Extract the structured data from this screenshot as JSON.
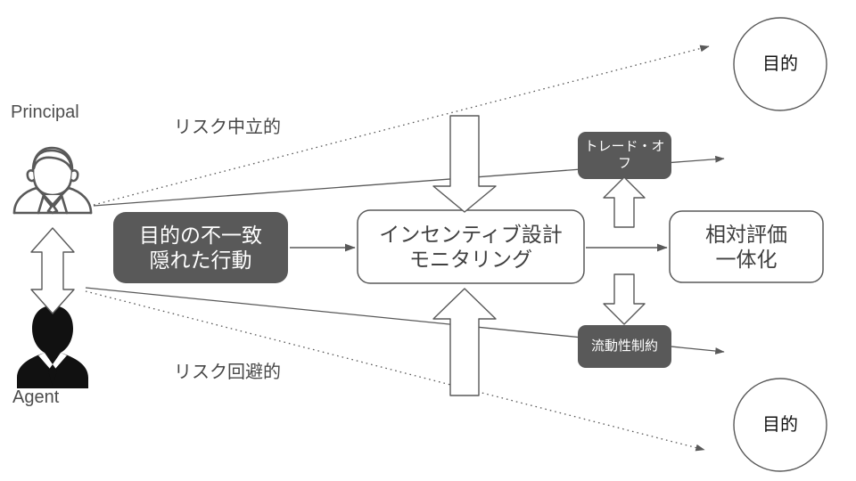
{
  "diagram": {
    "title": "Principal-Agent incentive design diagram",
    "colors": {
      "dark_fill": "#595959",
      "box_stroke": "#595959",
      "line": "#595959",
      "text_light": "#ffffff",
      "text_dark": "#404040",
      "circle_stroke": "#595959",
      "background": "#ffffff"
    },
    "actors": [
      {
        "id": "principal",
        "label": "Principal",
        "icon": "person-outline-icon",
        "style": "outline"
      },
      {
        "id": "agent",
        "label": "Agent",
        "icon": "person-silhouette-icon",
        "style": "solid"
      }
    ],
    "boxes": [
      {
        "id": "mismatch",
        "label": "目的の不一致\n隠れた行動",
        "style": "dark-rounded"
      },
      {
        "id": "incentive",
        "label": "インセンティブ設計\nモニタリング",
        "style": "light-rounded"
      },
      {
        "id": "relative",
        "label": "相対評価\n一体化",
        "style": "light-rounded"
      },
      {
        "id": "tradeoff",
        "label": "トレード・オ\nフ",
        "style": "dark-rounded-small"
      },
      {
        "id": "liquidity",
        "label": "流動性制約",
        "style": "dark-rounded-small"
      }
    ],
    "circles": [
      {
        "id": "goal-top",
        "label": "目的"
      },
      {
        "id": "goal-bottom",
        "label": "目的"
      }
    ],
    "edge_labels": [
      {
        "id": "risk-neutral",
        "label": "リスク中立的"
      },
      {
        "id": "risk-averse",
        "label": "リスク回避的"
      }
    ],
    "connectors": [
      {
        "id": "mismatch-to-incentive",
        "kind": "thin-arrow",
        "from": "mismatch",
        "to": "incentive"
      },
      {
        "id": "incentive-to-relative",
        "kind": "thin-arrow",
        "from": "incentive",
        "to": "relative"
      },
      {
        "id": "principal-dotted-to-goal-top",
        "kind": "dotted-arrow",
        "from": "principal",
        "to": "goal-top"
      },
      {
        "id": "principal-solid-through-tradeoff",
        "kind": "thin-arrow",
        "from": "principal",
        "to": "tradeoff"
      },
      {
        "id": "agent-dotted-to-goal-bottom",
        "kind": "dotted-arrow",
        "from": "agent",
        "to": "goal-bottom"
      },
      {
        "id": "agent-solid-through-liquidity",
        "kind": "thin-arrow",
        "from": "agent",
        "to": "liquidity"
      },
      {
        "id": "block-arrow-down-into-incentive",
        "kind": "block-arrow-down"
      },
      {
        "id": "block-arrow-up-into-incentive",
        "kind": "block-arrow-up"
      },
      {
        "id": "block-arrow-up-to-tradeoff",
        "kind": "block-arrow-up"
      },
      {
        "id": "block-arrow-down-to-liquidity",
        "kind": "block-arrow-down"
      },
      {
        "id": "principal-agent-double-arrow",
        "kind": "block-arrow-double-vertical"
      }
    ]
  }
}
